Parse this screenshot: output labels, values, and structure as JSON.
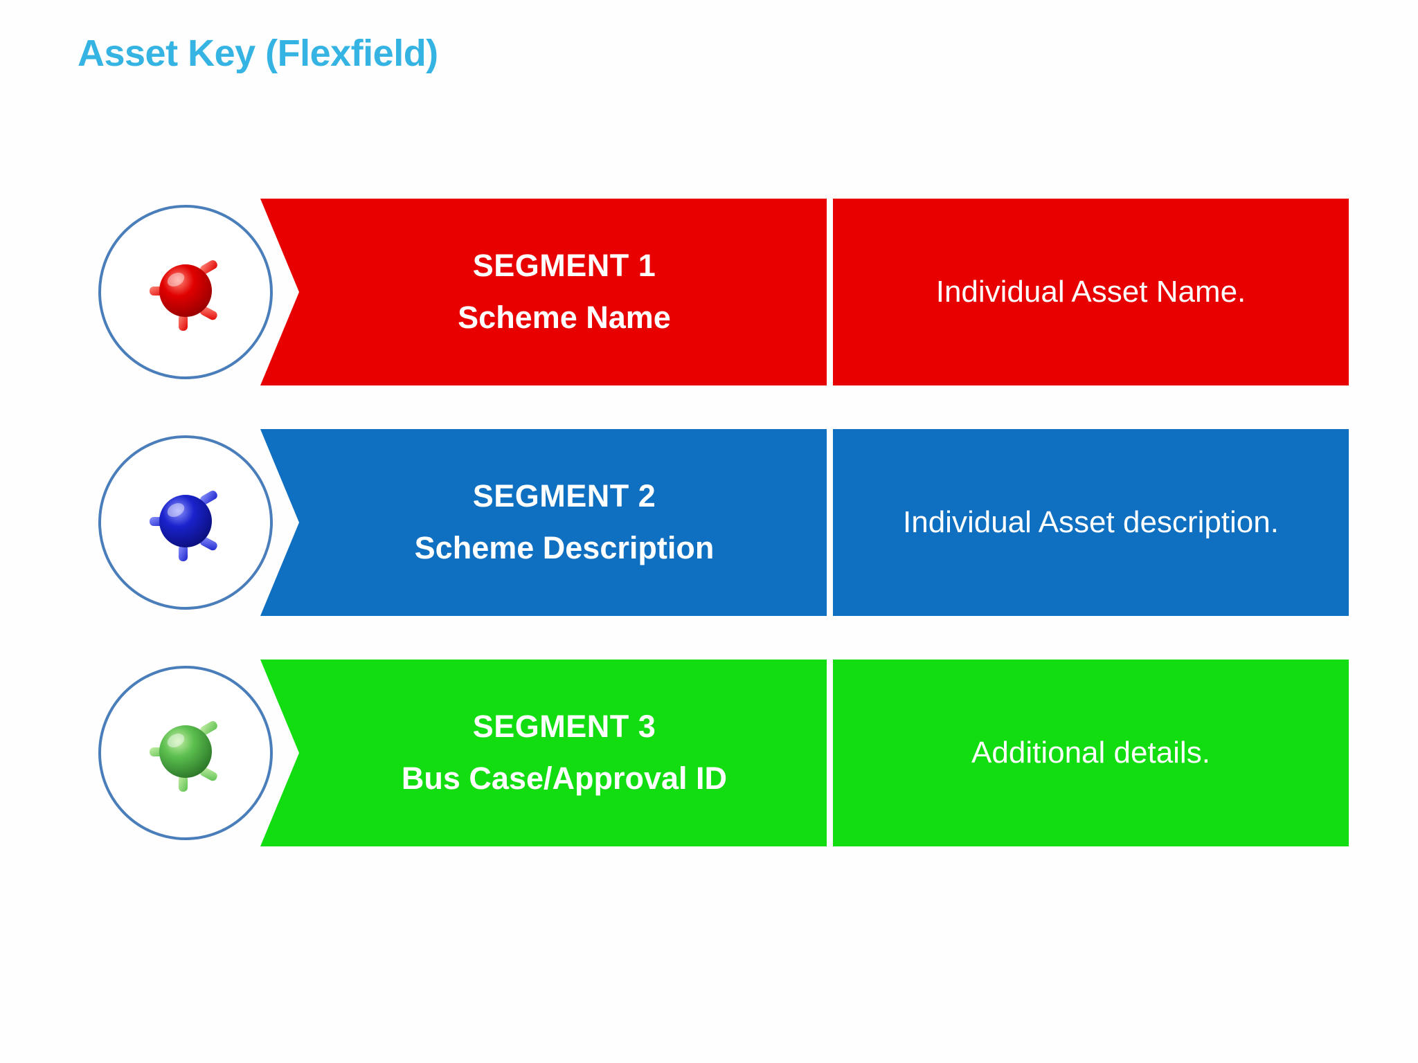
{
  "slide": {
    "background_color": "#fefefe",
    "title": "Asset Key (Flexfield)",
    "title_color": "#35b4e3"
  },
  "badge": {
    "circle_fill": "#ffffff",
    "circle_stroke": "#4a7ebb",
    "icon_name": "sphere-node-icon"
  },
  "rows": [
    {
      "id": "segment-1",
      "color": "#e80000",
      "icon_color": "#e00000",
      "icon_highlight": "#ff8a7a",
      "icon_shadow": "#9c0000",
      "label_line1": "SEGMENT 1",
      "label_line2": "Scheme Name",
      "description": "Individual Asset Name."
    },
    {
      "id": "segment-2",
      "color": "#0f6fc0",
      "icon_color": "#1a22cc",
      "icon_highlight": "#8e95ff",
      "icon_shadow": "#0b1080",
      "label_line1": "SEGMENT 2",
      "label_line2": "Scheme Description",
      "description": "Individual Asset description."
    },
    {
      "id": "segment-3",
      "color": "#11dd11",
      "icon_color": "#5bbf4e",
      "icon_highlight": "#c6efa8",
      "icon_shadow": "#2e7a2a",
      "label_line1": "SEGMENT 3",
      "label_line2": "Bus Case/Approval ID",
      "description": "Additional details."
    }
  ]
}
